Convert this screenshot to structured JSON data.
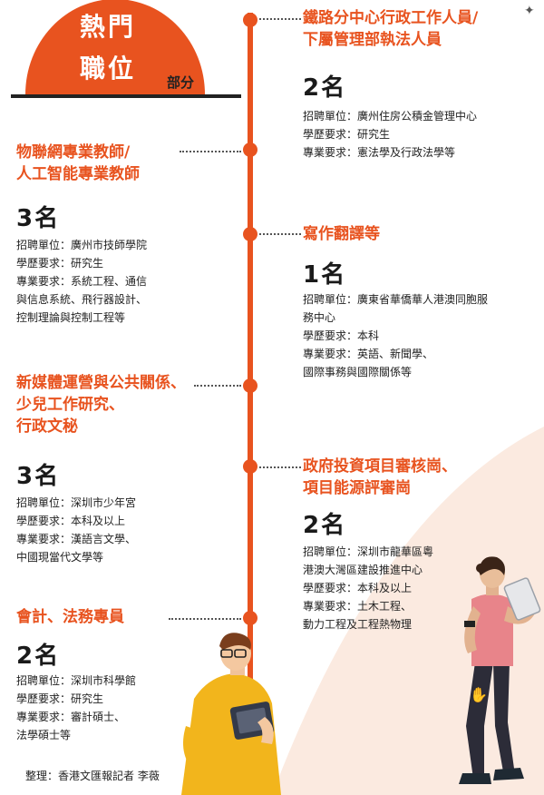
{
  "header": {
    "title_line1": "熱門",
    "title_line2": "職位",
    "subtitle": "部分"
  },
  "right_jobs": [
    {
      "title_lines": [
        "鐵路分中心行政工作人員/",
        "下屬管理部執法人員"
      ],
      "count": "2名",
      "details": [
        "招聘單位：廣州住房公積金管理中心",
        "學歷要求：研究生",
        "專業要求：憲法學及行政法學等"
      ]
    },
    {
      "title_lines": [
        "寫作翻譯等"
      ],
      "count": "1名",
      "details": [
        "招聘單位：廣東省華僑華人港澳同胞服",
        "務中心",
        "學歷要求：本科",
        "專業要求：英語、新聞學、",
        "國際事務與國際關係等"
      ]
    },
    {
      "title_lines": [
        "政府投資項目審核崗、",
        "項目能源評審崗"
      ],
      "count": "2名",
      "details": [
        "招聘單位：深圳市龍華區粵",
        "港澳大灣區建設推進中心",
        "學歷要求：本科及以上",
        "專業要求：土木工程、",
        "動力工程及工程熱物理"
      ]
    }
  ],
  "left_jobs": [
    {
      "title_lines": [
        "物聯網專業教師/",
        "人工智能專業教師"
      ],
      "count": "3名",
      "details": [
        "招聘單位：廣州市技師學院",
        "學歷要求：研究生",
        "專業要求：系統工程、通信",
        "與信息系統、飛行器設計、",
        "控制理論與控制工程等"
      ]
    },
    {
      "title_lines": [
        "新媒體運營與公共關係、",
        "少兒工作研究、",
        "行政文秘"
      ],
      "count": "3名",
      "details": [
        "招聘單位：深圳市少年宮",
        "學歷要求：本科及以上",
        "專業要求：漢語言文學、",
        "中國現當代文學等"
      ]
    },
    {
      "title_lines": [
        "會計、法務專員"
      ],
      "count": "2名",
      "details": [
        "招聘單位：深圳市科學館",
        "學歷要求：研究生",
        "專業要求：審計碩士、",
        "法學碩士等"
      ]
    }
  ],
  "credit": "整理：香港文匯報記者 李薇",
  "colors": {
    "accent": "#e8531f",
    "peach": "#fbeae0",
    "text": "#1f1f1f"
  },
  "icons": [
    "man-with-laptop-illustration",
    "woman-with-tablet-illustration",
    "sparkle-icon"
  ]
}
